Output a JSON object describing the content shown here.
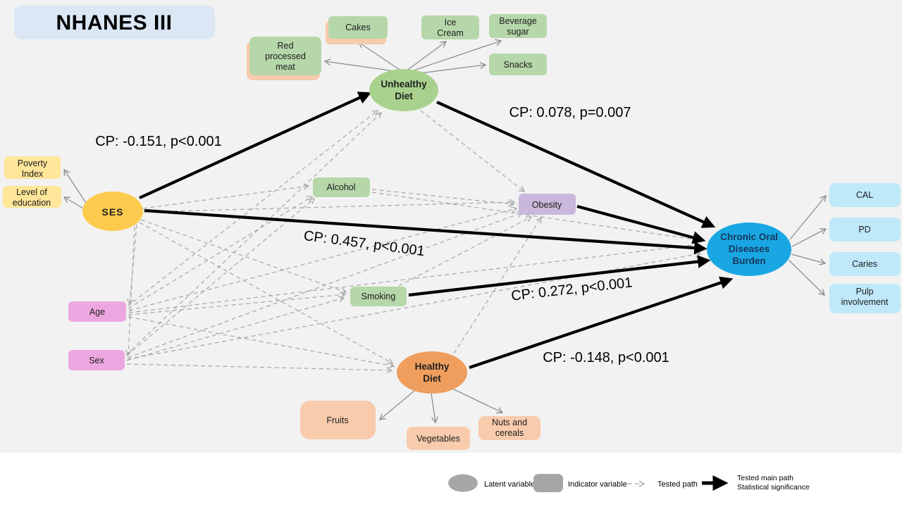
{
  "title": "NHANES III",
  "nodes": {
    "cakes": "Cakes",
    "red_meat": [
      "Red",
      "processed",
      "meat"
    ],
    "ice_cream": [
      "Ice",
      "Cream"
    ],
    "beverage_sugar": [
      "Beverage",
      "sugar"
    ],
    "snacks": "Snacks",
    "unhealthy_diet": [
      "Unhealthy",
      "Diet"
    ],
    "poverty_index": [
      "Poverty",
      "Index"
    ],
    "education": [
      "Level of",
      "education"
    ],
    "ses": "SES",
    "alcohol": "Alcohol",
    "obesity": "Obesity",
    "smoking": "Smoking",
    "age": "Age",
    "sex": "Sex",
    "healthy_diet": [
      "Healthy",
      "Diet"
    ],
    "fruits": "Fruits",
    "vegetables": "Vegetables",
    "nuts_cereals": [
      "Nuts and",
      "cereals"
    ],
    "cod": [
      "Chronic Oral",
      "Diseases",
      "Burden"
    ],
    "cal": "CAL",
    "pd": "PD",
    "caries": "Caries",
    "pulp": [
      "Pulp",
      "involvement"
    ]
  },
  "path_labels": {
    "ses_unhealthy": "CP: -0.151, p<0.001",
    "unhealthy_cod": "CP: 0.078, p=0.007",
    "ses_cod": "CP: 0.457, p<0.001",
    "smoking_cod": "CP: 0.272, p<0.001",
    "healthy_cod": "CP: -0.148, p<0.001"
  },
  "legend": {
    "latent": "Latent variable",
    "indicator": "Indicator variable",
    "tested": "Tested path",
    "main_line1": "Tested main path",
    "main_line2": "Statistical significance"
  },
  "colors": {
    "background": "#f2f2f2",
    "title_bg": "#dbe7f5",
    "green_box": "#b6d7a9",
    "green_ellipse": "#a9d18e",
    "peach_shadow": "#f7cbac",
    "yellow_ellipse": "#fccb4d",
    "yellow_box": "#ffe699",
    "pink_box": "#eda7e0",
    "purple_box": "#c9b8db",
    "orange_ellipse": "#ef9e5d",
    "orange_box": "#f8cbad",
    "blue_ellipse": "#19a7e3",
    "blue_box": "#bfe8f9",
    "navy_text": "#17365d",
    "legend_gray": "#a6a6a6"
  }
}
